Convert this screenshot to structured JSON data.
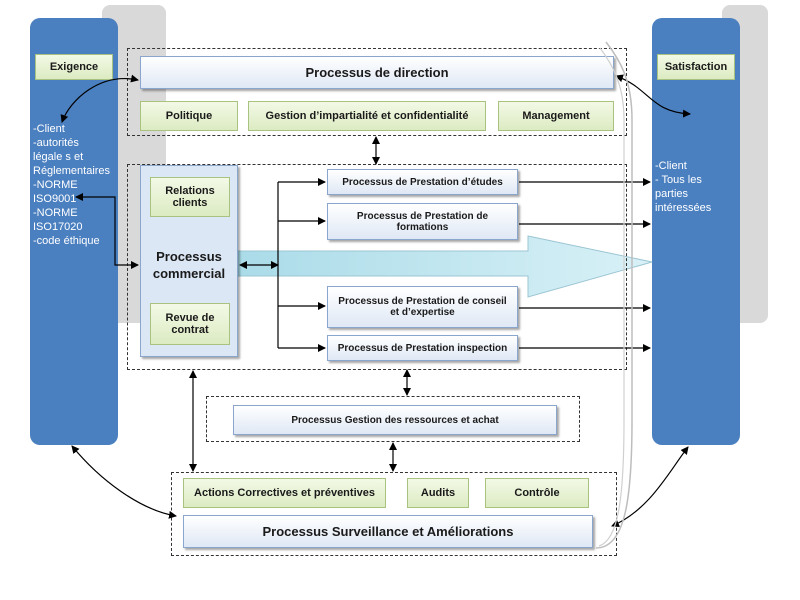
{
  "left_column": {
    "header": "Exigence",
    "items_text": "-Client\n-autorités\nlégale s et\nRéglementaires\n-NORME\nISO9001\n-NORME\nISO17020\n-code éthique"
  },
  "right_column": {
    "header": "Satisfaction",
    "items_text": "-Client\n- Tous les\nparties\nintéressées"
  },
  "direction": {
    "title": "Processus de direction",
    "sub": [
      "Politique",
      "Gestion d’impartialité et confidentialité",
      "Management"
    ]
  },
  "commercial": {
    "title": "Processus\ncommercial",
    "relations": "Relations\nclients",
    "revue": "Revue de\ncontrat"
  },
  "prestations": [
    "Processus de Prestation d’études",
    "Processus de Prestation de formations",
    "Processus de Prestation de conseil et d’expertise",
    "Processus de Prestation inspection"
  ],
  "ressources": "Processus Gestion des ressources et achat",
  "surveillance": {
    "title": "Processus Surveillance et Améliorations",
    "sub": [
      "Actions Correctives et préventives",
      "Audits",
      "Contrôle"
    ]
  }
}
